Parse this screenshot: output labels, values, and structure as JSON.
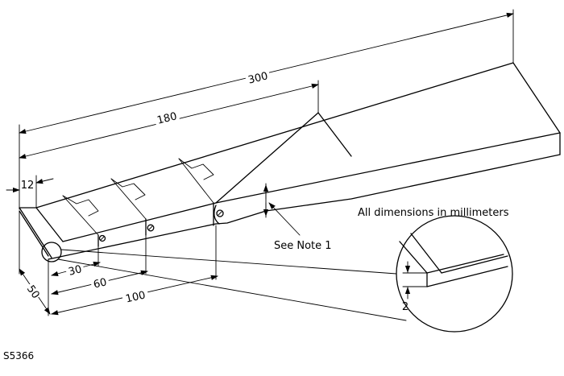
{
  "dimensions": {
    "overall_length": "300",
    "partial_length": "180",
    "width": "50",
    "tip_flat": "12",
    "step_1": "30",
    "step_2": "60",
    "step_3": "100",
    "detail_thickness": "2"
  },
  "notes": {
    "see_note": "See Note 1",
    "units_note": "All dimensions in millimeters"
  },
  "figure_code": "S5366"
}
